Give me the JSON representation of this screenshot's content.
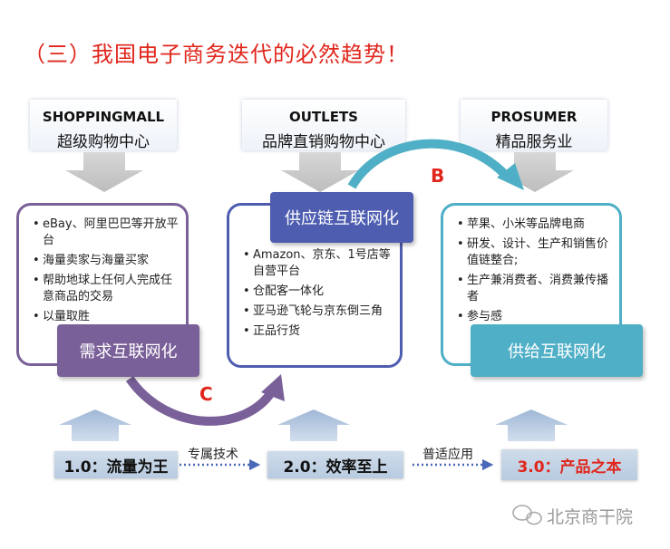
{
  "title": "（三）我国电子商务迭代的必然趋势！",
  "captions": [
    {
      "en": "SHOPPINGMALL",
      "zh": "超级购物中心"
    },
    {
      "en": "OUTLETS",
      "zh": "品牌直销购物中心"
    },
    {
      "en": "PROSUMER",
      "zh": "精品服务业"
    }
  ],
  "panels": [
    {
      "tag": "需求互联网化",
      "items": [
        "eBay、阿里巴巴等开放平台",
        "海量卖家与海量买家",
        "帮助地球上任何人完成任意商品的交易",
        "以量取胜"
      ]
    },
    {
      "tag": "供应链互联网化",
      "items": [
        "Amazon、京东、1号店等自营平台",
        "仓配客一体化",
        "亚马逊飞轮与京东倒三角",
        "正品行货"
      ]
    },
    {
      "tag": "供给互联网化",
      "items": [
        "苹果、小米等品牌电商",
        "研发、设计、生产和销售价值链整合;",
        "生产兼消费者、消费兼传播者",
        "参与感"
      ]
    }
  ],
  "letters": {
    "b": "B",
    "c": "C"
  },
  "stages": [
    "1.0：流量为王",
    "2.0：效率至上",
    "3.0：产品之本"
  ],
  "connectors": [
    "专属技术",
    "普适应用"
  ],
  "watermark": "北京商干院",
  "colors": {
    "accent_red": "#e0261c",
    "purple": "#7a6098",
    "indigo": "#4e5db0",
    "teal": "#4fafc6",
    "gray_arrow": "#c8c8c8",
    "blue_arrow": "#b7cbe4"
  }
}
